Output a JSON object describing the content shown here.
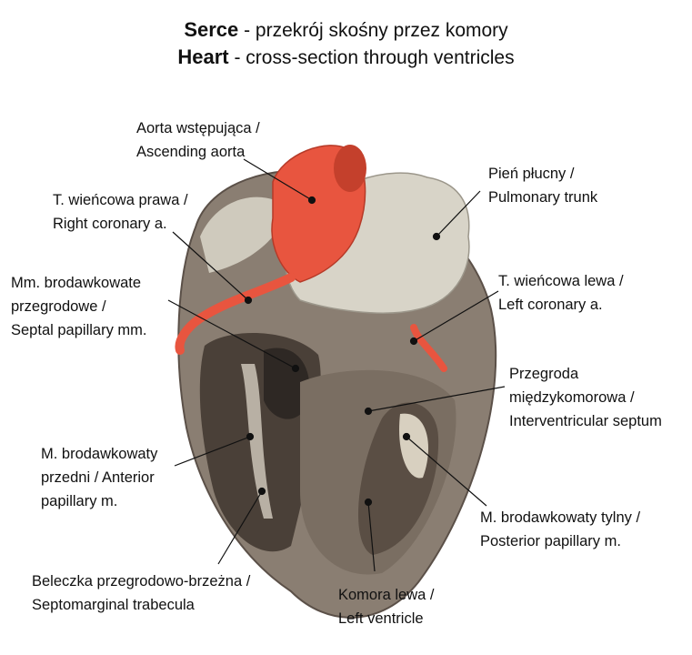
{
  "title": {
    "line1_bold": "Serce",
    "line1_rest": " - przekrój skośny przez komory",
    "line2_bold": "Heart",
    "line2_rest": " - cross-section through ventricles"
  },
  "labels": {
    "ascending_aorta": [
      "Aorta wstępująca /",
      "Ascending aorta"
    ],
    "right_coronary": [
      "T. wieńcowa prawa /",
      "Right coronary a."
    ],
    "pulmonary_trunk": [
      "Pień płucny /",
      "Pulmonary trunk"
    ],
    "septal_papillary": [
      "Mm. brodawkowate",
      "przegrodowe /",
      "Septal papillary mm."
    ],
    "left_coronary": [
      "T. wieńcowa lewa /",
      "Left coronary a."
    ],
    "interventricular_septum": [
      "Przegroda",
      "międzykomorowa /",
      "Interventricular septum"
    ],
    "anterior_papillary": [
      "M. brodawkowaty",
      "przedni / Anterior",
      "papillary m."
    ],
    "posterior_papillary": [
      "M. brodawkowaty tylny /",
      "Posterior papillary m."
    ],
    "septomarginal": [
      "Beleczka przegrodowo-brzeżna /",
      "Septomarginal trabecula"
    ],
    "left_ventricle": [
      "Komora lewa /",
      "Left ventricle"
    ]
  },
  "colors": {
    "aorta": "#e8553f",
    "heart": "#8a7e72",
    "pulmonary": "#d8d4c8",
    "cavity": "#4a4038"
  }
}
